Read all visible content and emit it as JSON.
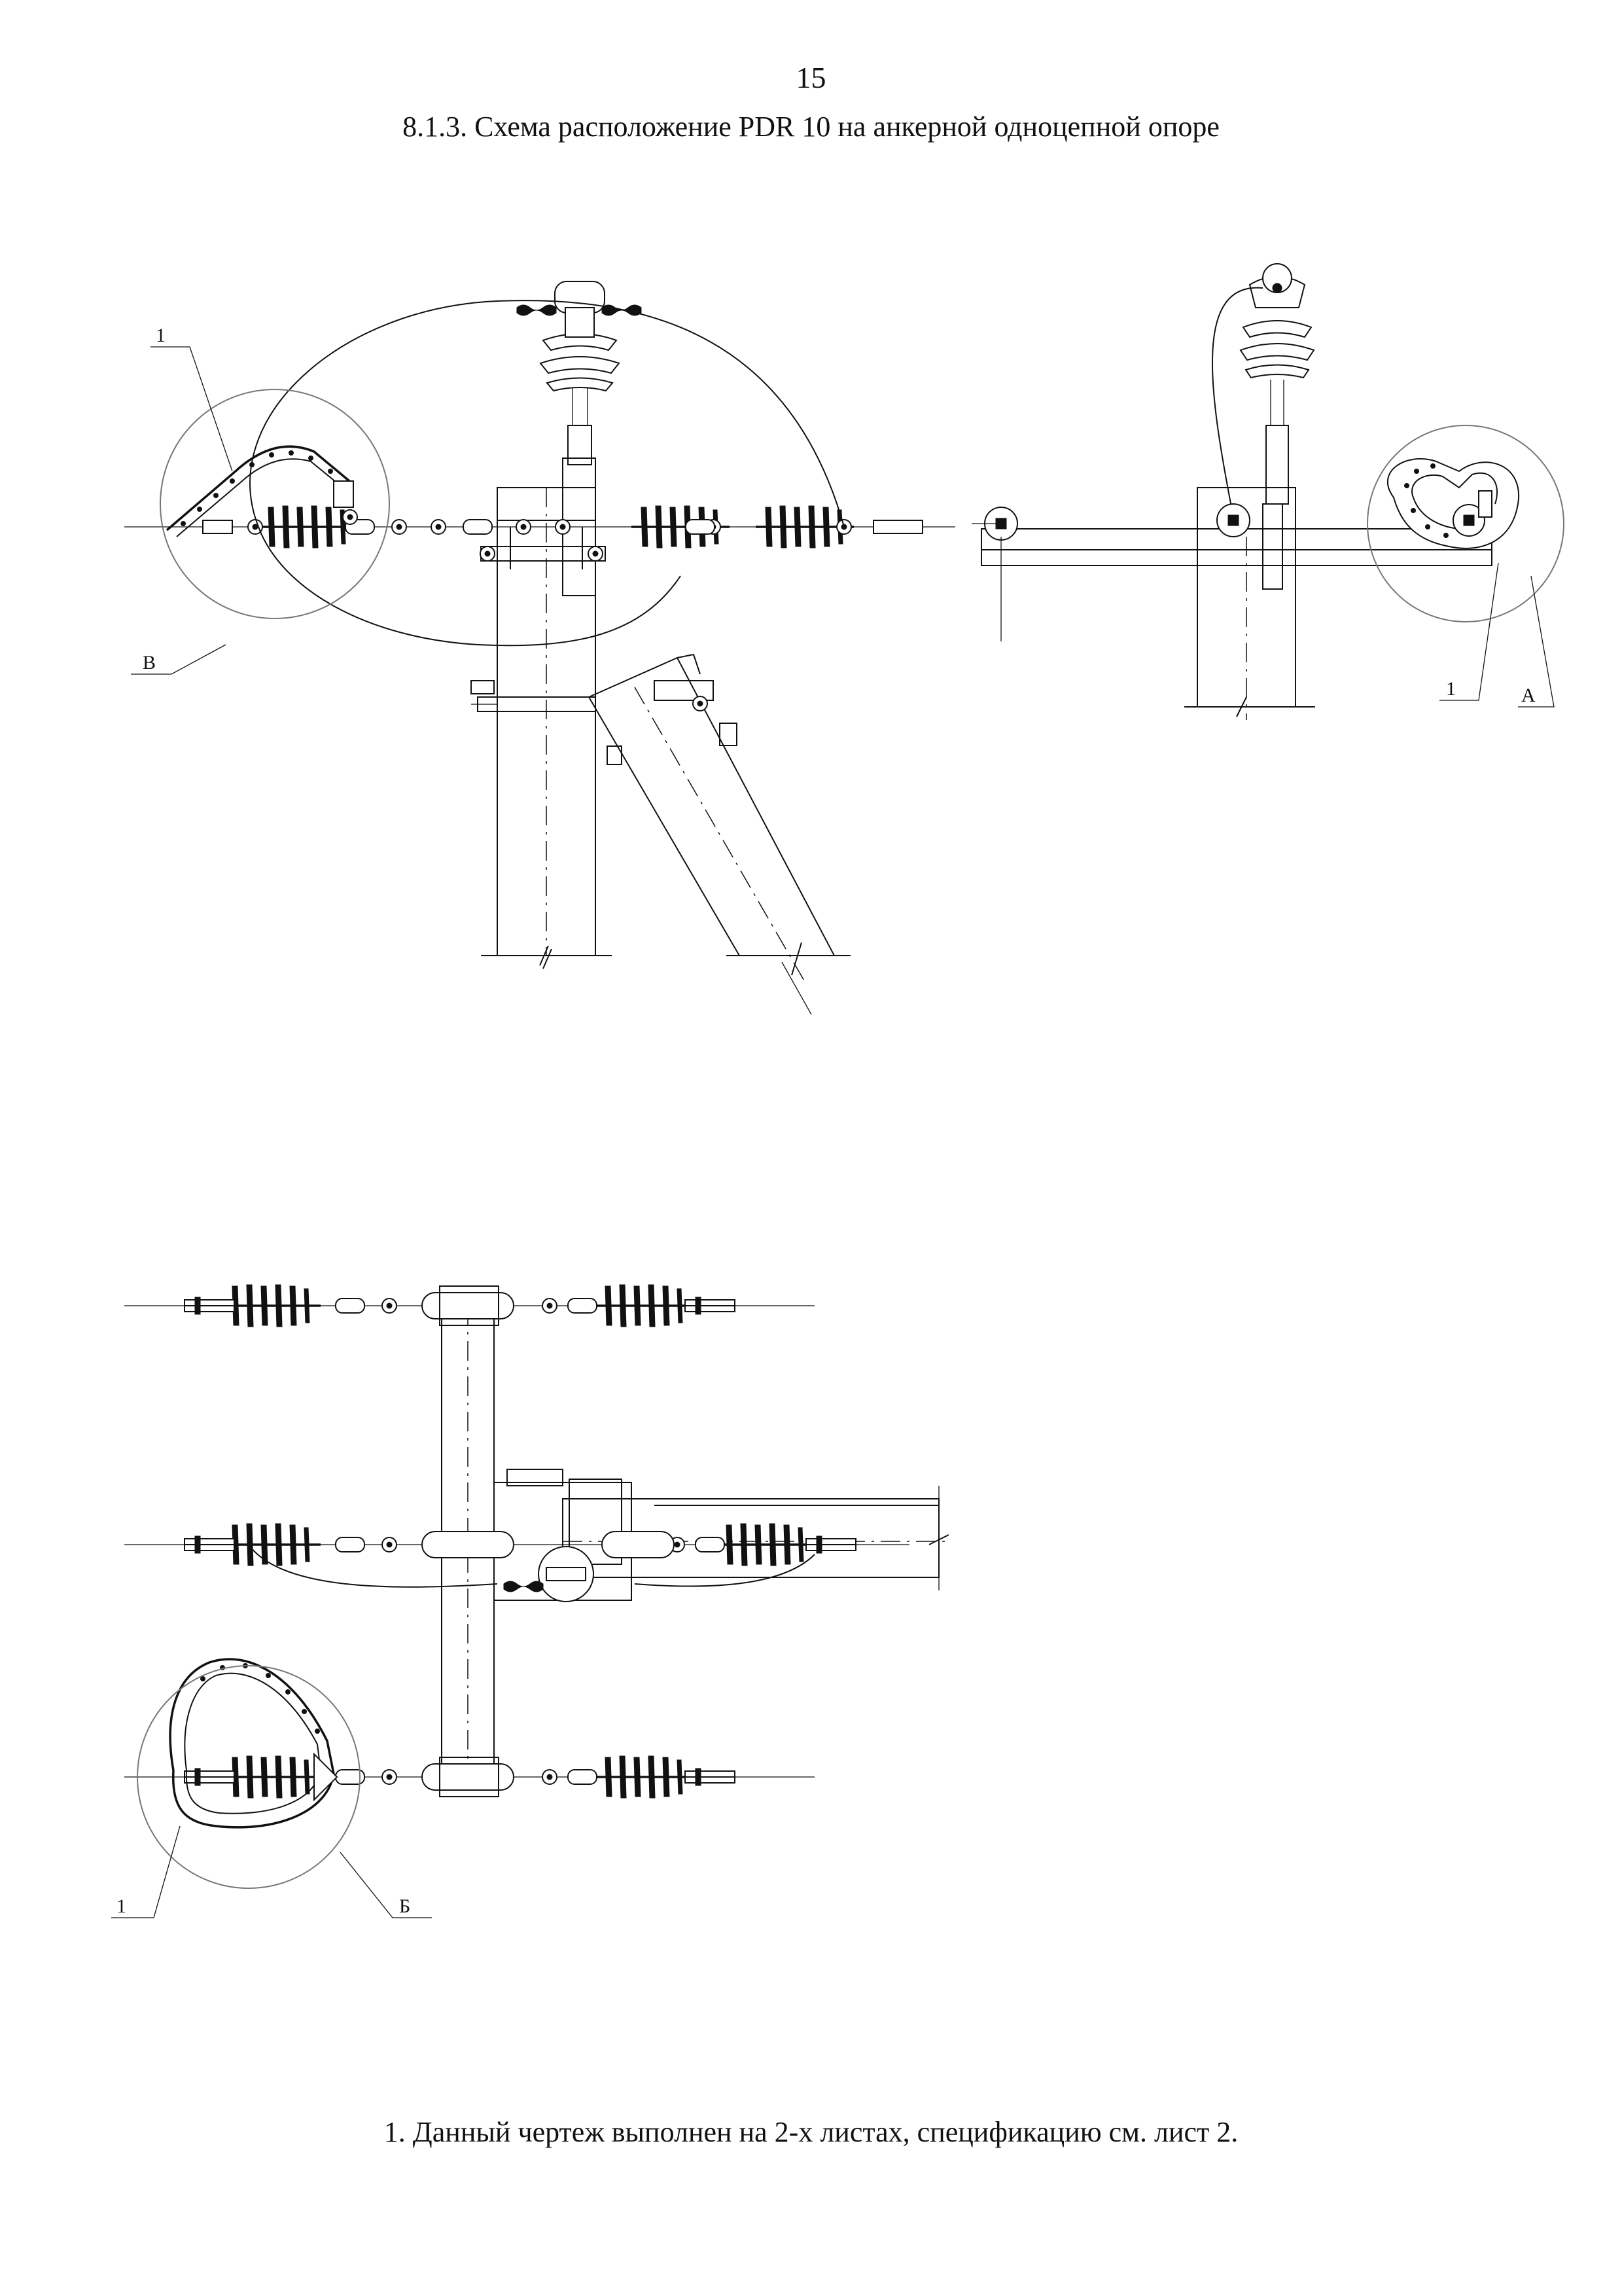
{
  "page": {
    "number": "15",
    "title": "8.1.3. Схема расположение PDR 10 на анкерной одноцепной опоре",
    "footnote": "1. Данный чертеж выполнен на 2-х листах, спецификацию см. лист 2."
  },
  "callouts": {
    "front_view_item": "1",
    "front_view_detail": "В",
    "side_view_item": "1",
    "side_view_detail": "А",
    "plan_view_item": "1",
    "plan_view_detail": "Б"
  }
}
